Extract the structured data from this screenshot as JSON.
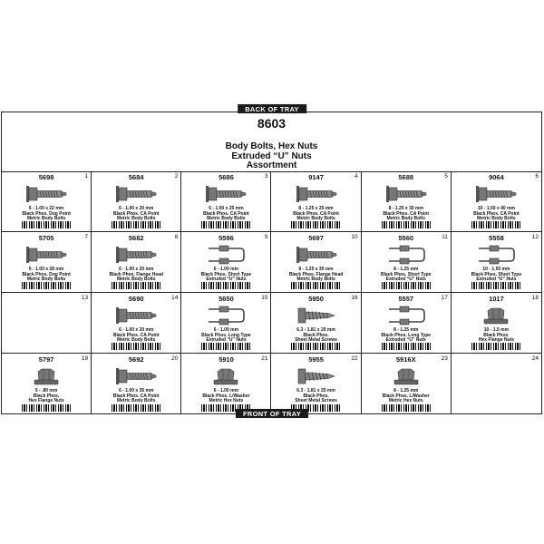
{
  "labels": {
    "back": "BACK OF TRAY",
    "front": "FRONT OF TRAY"
  },
  "header": {
    "number": "8603",
    "title_lines": [
      "Body Bolts, Hex Nuts",
      "Extruded “U” Nuts",
      "Assortment"
    ]
  },
  "compartments": [
    {
      "index": "1",
      "part": "5698",
      "icon": "bolt-icon",
      "lines": [
        "6 - 1.00 x 22 mm",
        "Black Phos. Dog Point",
        "Metric Body Bolts"
      ]
    },
    {
      "index": "2",
      "part": "5684",
      "icon": "bolt-icon",
      "lines": [
        "6 - 1.00 x 20 mm",
        "Black Phos. CA Point",
        "Metric Body Bolts"
      ]
    },
    {
      "index": "3",
      "part": "5686",
      "icon": "bolt-icon",
      "lines": [
        "6 - 1.00 x 25 mm",
        "Black Phos. CA Point",
        "Metric Body Bolts"
      ]
    },
    {
      "index": "4",
      "part": "9147",
      "icon": "bolt-icon",
      "lines": [
        "8 - 1.25 x 25 mm",
        "Black Phos. CA Point",
        "Metric Body Bolts"
      ]
    },
    {
      "index": "5",
      "part": "5688",
      "icon": "bolt-icon",
      "lines": [
        "8 - 1.25 x 30 mm",
        "Black Phos. CA Point",
        "Metric Body Bolts"
      ]
    },
    {
      "index": "6",
      "part": "9064",
      "icon": "bolt-icon",
      "lines": [
        "10 - 1.50 x 40 mm",
        "Black Phos. CA Point",
        "Metric Body Bolts"
      ]
    },
    {
      "index": "7",
      "part": "5705",
      "icon": "bolt-icon",
      "lines": [
        "6 - 1.00 x 28 mm",
        "Black Phos. Dog Point",
        "Metric Body Bolts"
      ]
    },
    {
      "index": "8",
      "part": "5682",
      "icon": "bolt-icon",
      "lines": [
        "6 - 1.00 x 20 mm",
        "Black Phos. Flange Head",
        "Metric Body Bolts"
      ]
    },
    {
      "index": "9",
      "part": "5596",
      "icon": "u-nut-icon",
      "lines": [
        "6 - 1.00 mm",
        "Black Phos. Short Type",
        "Extruded “U” Nuts"
      ]
    },
    {
      "index": "10",
      "part": "5697",
      "icon": "bolt-icon",
      "lines": [
        "8 - 1.25 x 30 mm",
        "Black Phos. Flange Head",
        "Metric Body Bolts"
      ]
    },
    {
      "index": "11",
      "part": "5560",
      "icon": "u-nut-icon",
      "lines": [
        "8 - 1.25 mm",
        "Black Phos. Short Type",
        "Extruded “U” Nuts"
      ]
    },
    {
      "index": "12",
      "part": "5558",
      "icon": "u-nut-icon",
      "lines": [
        "10 - 1.50 mm",
        "Black Phos. Short Type",
        "Extruded “U” Nuts"
      ]
    },
    {
      "index": "13",
      "part": "",
      "icon": "",
      "lines": []
    },
    {
      "index": "14",
      "part": "5690",
      "icon": "bolt-icon",
      "lines": [
        "6 - 1.00 x 20 mm",
        "Black Phos. CA Point",
        "Metric Body Bolts"
      ]
    },
    {
      "index": "15",
      "part": "5650",
      "icon": "u-nut-icon",
      "lines": [
        "6 - 1.00 mm",
        "Black Phos. Long Type",
        "Extruded “U” Nuts"
      ]
    },
    {
      "index": "16",
      "part": "5950",
      "icon": "screw-icon",
      "lines": [
        "6.3 - 1.81 x 20 mm",
        "Black Phos.",
        "Sheet Metal Screws"
      ]
    },
    {
      "index": "17",
      "part": "5557",
      "icon": "u-nut-icon",
      "lines": [
        "8 - 1.25 mm",
        "Black Phos. Long Type",
        "Extruded “U” Nuts"
      ]
    },
    {
      "index": "18",
      "part": "1017",
      "icon": "hex-nut-icon",
      "lines": [
        "10 - 1.5 mm",
        "Black Phos.",
        "Hex Flange Nuts"
      ]
    },
    {
      "index": "19",
      "part": "5797",
      "icon": "hex-nut-icon",
      "lines": [
        "5 - .80 mm",
        "Black Phos.",
        "Hex Flange Nuts"
      ]
    },
    {
      "index": "20",
      "part": "5692",
      "icon": "bolt-icon",
      "lines": [
        "6 - 1.00 x 35 mm",
        "Black Phos. CA Point",
        "Metric Body Bolts"
      ]
    },
    {
      "index": "21",
      "part": "5910",
      "icon": "hex-nut-icon",
      "lines": [
        "6 - 1.00 mm",
        "Black Phos. L/Washer",
        "Metric Hex Nuts"
      ]
    },
    {
      "index": "22",
      "part": "5955",
      "icon": "screw-icon",
      "lines": [
        "6.3 - 1.81 x 25 mm",
        "Black Phos.",
        "Sheet Metal Screws"
      ]
    },
    {
      "index": "23",
      "part": "5916X",
      "icon": "hex-nut-icon",
      "lines": [
        "8 - 1.25 mm",
        "Black Phos. L/Washer",
        "Metric Hex Nuts"
      ]
    },
    {
      "index": "24",
      "part": "",
      "icon": "",
      "lines": []
    }
  ]
}
